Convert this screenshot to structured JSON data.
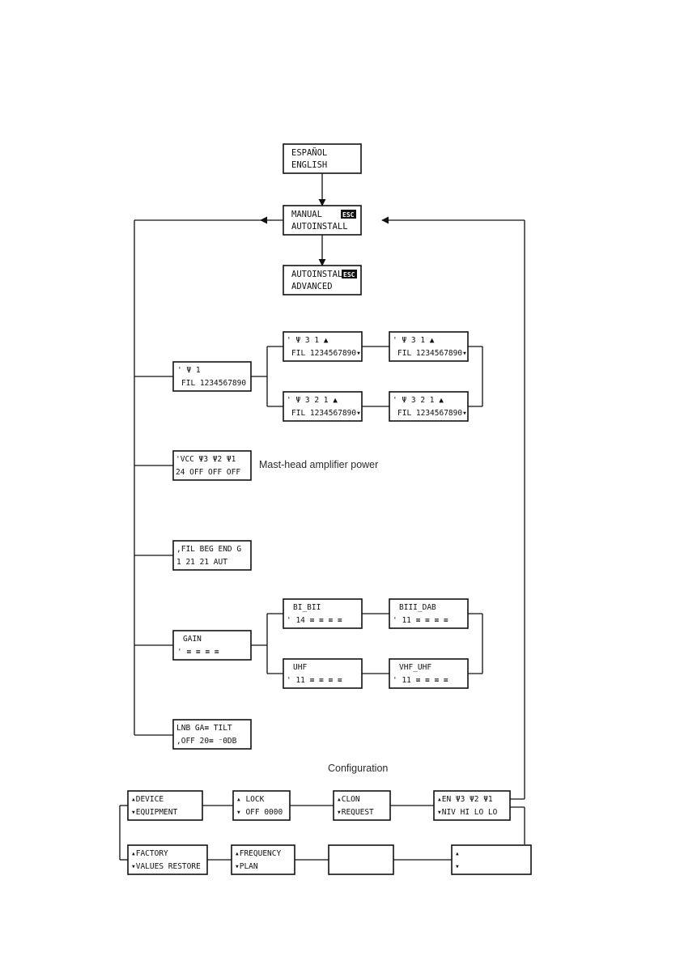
{
  "caption_mast": "Mast-head amplifier power",
  "caption_config": "Configuration",
  "language": {
    "line1": "ESPAÑOL",
    "line2": "ENGLISH"
  },
  "manual": {
    "line1": "MANUAL",
    "esc": "ESC",
    "line2": "AUTOINSTALL"
  },
  "autoinstall": {
    "line1": "AUTOINSTALL",
    "esc": "ESC",
    "line2": "ADVANCED"
  },
  "fil_main": {
    "top": "' Ψ      1",
    "bottom": "FIL 1234567890"
  },
  "fil_a": {
    "top": "' Ψ  3   1    ▲",
    "bottom": "FIL 1234567890▾"
  },
  "fil_b": {
    "top": "' Ψ  3   1    ▲",
    "bottom": "FIL 1234567890▾"
  },
  "fil_c": {
    "top": "' Ψ  3   2  1 ▲",
    "bottom": "FIL 1234567890▾"
  },
  "fil_d": {
    "top": "' Ψ  3   2  1 ▲",
    "bottom": "FIL 1234567890▾"
  },
  "vcc": {
    "top": "'VCC Ψ3  Ψ2  Ψ1",
    "bottom": "  24 OFF OFF OFF"
  },
  "beg": {
    "top": ",FIL BEG END G",
    "bottom": "  1   21  21  AUT"
  },
  "gain": {
    "top": "GAIN",
    "bottom": "'        ≡ ≡ ≡ ≡"
  },
  "bi_bii": {
    "top": "BI_BII",
    "bottom": "'      14 ≡ ≡ ≡ ≡"
  },
  "biii_dab": {
    "top": "BIII_DAB",
    "bottom": "'      11 ≡ ≡ ≡ ≡"
  },
  "uhf": {
    "top": "UHF",
    "bottom": "'      11 ≡ ≡ ≡ ≡"
  },
  "vhf_uhf": {
    "top": "VHF_UHF",
    "bottom": "'      11 ≡ ≡ ≡ ≡"
  },
  "lnb": {
    "top": " LNB   GA≡  TILT",
    "bottom": ",OFF   20≡  ⁻0DB"
  },
  "device": {
    "top": "▴DEVICE",
    "bottom": "▾EQUIPMENT"
  },
  "lock": {
    "top": "▴ LOCK",
    "bottom": "▾ OFF 0000"
  },
  "clon": {
    "top": "▴CLON",
    "bottom": "▾REQUEST"
  },
  "en": {
    "top": "▴EN  Ψ3  Ψ2  Ψ1",
    "bottom": "▾NIV HI  LO  LO"
  },
  "factory": {
    "top": "▴FACTORY",
    "bottom": "▾VALUES RESTORE"
  },
  "freq": {
    "top": "▴FREQUENCY",
    "bottom": "▾PLAN"
  },
  "blank1": {
    "top": "",
    "bottom": ""
  },
  "blank2": {
    "top": "▴",
    "bottom": "▾"
  }
}
